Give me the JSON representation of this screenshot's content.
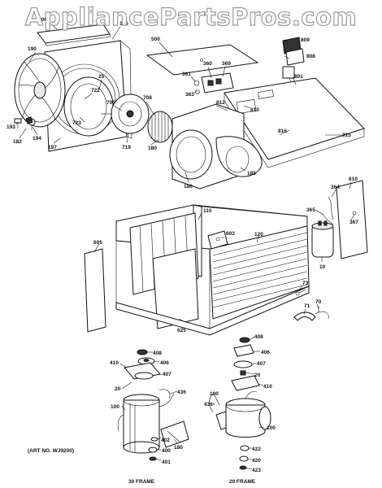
{
  "watermark": "AppliancePartsPros.com",
  "part_labels": {
    "l_606": "606",
    "l_196": "196",
    "l_500": "500",
    "l_809": "809",
    "l_808": "808",
    "l_190": "190",
    "l_25": "25",
    "l_360": "360",
    "l_369": "369",
    "l_361": "361",
    "l_363": "363",
    "l_801": "801",
    "l_722": "722",
    "l_705": "705",
    "l_708": "708",
    "l_812": "812",
    "l_810": "810",
    "l_193": "193",
    "l_182": "182",
    "l_194": "194",
    "l_723": "723",
    "l_197": "197",
    "l_719": "719",
    "l_180": "180",
    "l_816": "816",
    "l_815": "815",
    "l_186": "186",
    "l_185": "185",
    "l_610": "610",
    "l_364": "364",
    "l_365": "365",
    "l_367": "367",
    "l_110": "110",
    "l_603": "603",
    "l_120": "120",
    "l_605": "605",
    "l_10": "10",
    "l_73": "73",
    "l_70": "70",
    "l_71": "71",
    "l_625": "625",
    "l_408a": "408",
    "l_406a": "406",
    "l_410a": "410",
    "l_407a": "407",
    "l_20a": "20",
    "l_436a": "436",
    "l_100a": "100",
    "l_402": "402",
    "l_400": "400",
    "l_401": "401",
    "l_180b": "180",
    "l_408b": "408",
    "l_406b": "406",
    "l_407b": "407",
    "l_20b": "20",
    "l_410b": "410",
    "l_180c": "180",
    "l_436b": "436",
    "l_100b": "100",
    "l_422": "422",
    "l_420": "420",
    "l_423": "423"
  },
  "captions": {
    "art_no": "(ART NO. WJ9200)",
    "frame_30": "30 FRAME",
    "frame_20": "20 FRAME"
  }
}
